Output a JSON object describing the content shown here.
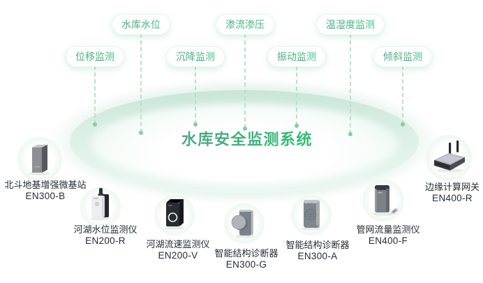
{
  "title": "水库安全监测系统",
  "colors": {
    "title_gradient_start": "#55a28e",
    "title_gradient_end": "#2cc06d",
    "pill_text_green": "#3cc07b",
    "connector_green": "#b7e2cc",
    "platform_green": "#c9e6d7",
    "label_dark": "#242d34"
  },
  "sensor_tags": [
    {
      "label": "水库水位"
    },
    {
      "label": "渗流渗压"
    },
    {
      "label": "温湿度监测"
    },
    {
      "label": "位移监测"
    },
    {
      "label": "沉降监测"
    },
    {
      "label": "振动监测"
    },
    {
      "label": "倾斜监测"
    }
  ],
  "devices": [
    {
      "name": "北斗地基增强微基站",
      "model": "EN300-B",
      "icon": "beidou-base-station-icon"
    },
    {
      "name": "河湖水位监测仪",
      "model": "EN200-R",
      "icon": "river-water-level-monitor-icon"
    },
    {
      "name": "河湖流速监测仪",
      "model": "EN200-V",
      "icon": "river-flow-velocity-monitor-icon"
    },
    {
      "name": "智能结构诊断器",
      "model": "EN300-G",
      "icon": "smart-structure-diagnoser-g-icon"
    },
    {
      "name": "智能结构诊断器",
      "model": "EN300-A",
      "icon": "smart-structure-diagnoser-a-icon"
    },
    {
      "name": "管网流量监测仪",
      "model": "EN400-F",
      "icon": "pipe-network-flow-monitor-icon"
    },
    {
      "name": "边缘计算网关",
      "model": "EN400-R",
      "icon": "edge-computing-gateway-icon"
    }
  ]
}
